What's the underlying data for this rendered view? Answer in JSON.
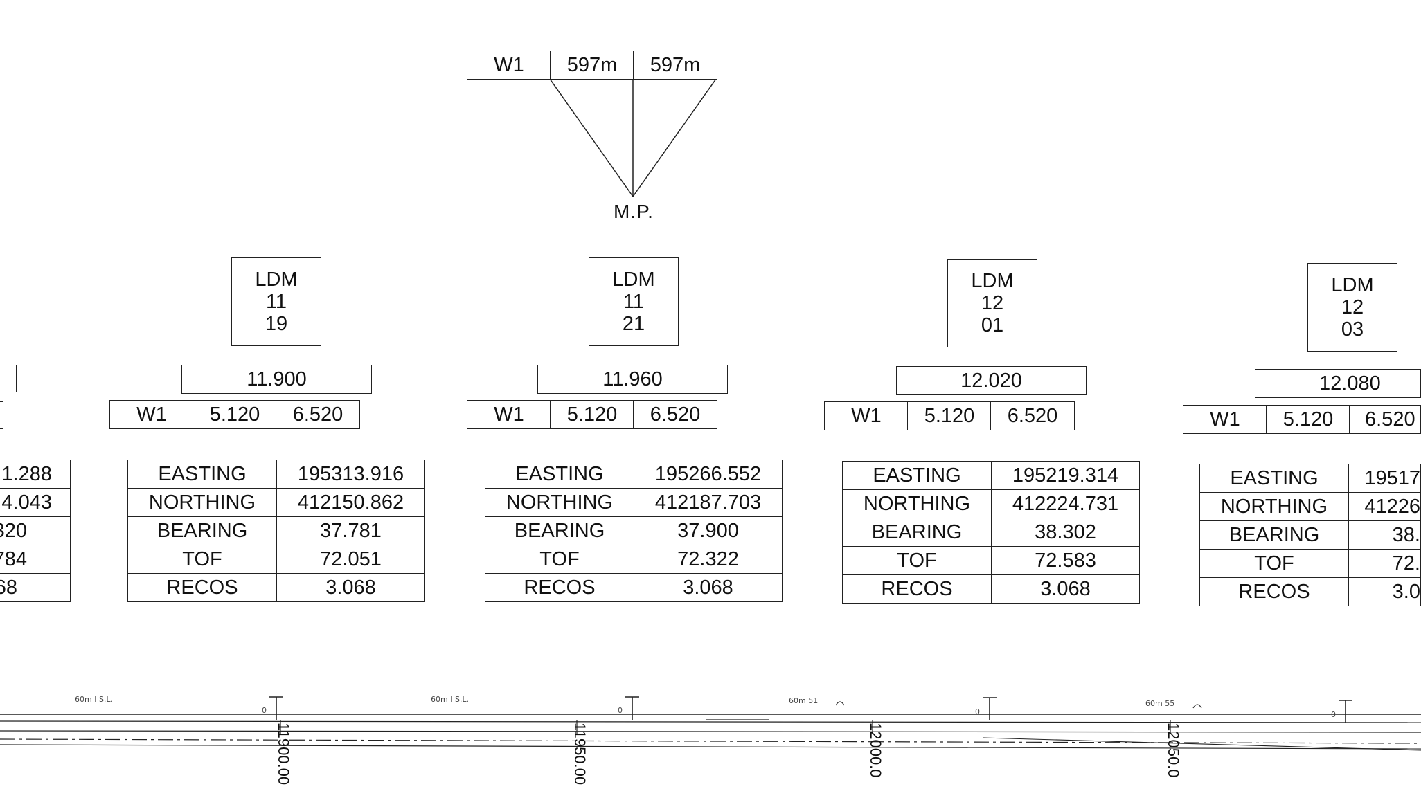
{
  "legend": {
    "code": "W1",
    "val1": "597m",
    "val2": "597m",
    "point_label": "M.P."
  },
  "left_partial": {
    "rows": [
      "1.288",
      "4.043",
      "320",
      "784",
      "68"
    ]
  },
  "units": [
    {
      "ldm": [
        "LDM",
        "11",
        "19"
      ],
      "chainage": "11.900",
      "code": "W1",
      "a": "5.120",
      "b": "6.520",
      "rows": [
        {
          "label": "EASTING",
          "value": "195313.916"
        },
        {
          "label": "NORTHING",
          "value": "412150.862"
        },
        {
          "label": "BEARING",
          "value": "37.781"
        },
        {
          "label": "TOF",
          "value": "72.051"
        },
        {
          "label": "RECOS",
          "value": "3.068"
        }
      ]
    },
    {
      "ldm": [
        "LDM",
        "11",
        "21"
      ],
      "chainage": "11.960",
      "code": "W1",
      "a": "5.120",
      "b": "6.520",
      "rows": [
        {
          "label": "EASTING",
          "value": "195266.552"
        },
        {
          "label": "NORTHING",
          "value": "412187.703"
        },
        {
          "label": "BEARING",
          "value": "37.900"
        },
        {
          "label": "TOF",
          "value": "72.322"
        },
        {
          "label": "RECOS",
          "value": "3.068"
        }
      ]
    },
    {
      "ldm": [
        "LDM",
        "12",
        "01"
      ],
      "chainage": "12.020",
      "code": "W1",
      "a": "5.120",
      "b": "6.520",
      "rows": [
        {
          "label": "EASTING",
          "value": "195219.314"
        },
        {
          "label": "NORTHING",
          "value": "412224.731"
        },
        {
          "label": "BEARING",
          "value": "38.302"
        },
        {
          "label": "TOF",
          "value": "72.583"
        },
        {
          "label": "RECOS",
          "value": "3.068"
        }
      ]
    },
    {
      "ldm": [
        "LDM",
        "12",
        "03"
      ],
      "chainage": "12.080",
      "code": "W1",
      "a": "5.120",
      "b": "6.520",
      "rows": [
        {
          "label": "EASTING",
          "value": "19517"
        },
        {
          "label": "NORTHING",
          "value": "41226"
        },
        {
          "label": "BEARING",
          "value": "38."
        },
        {
          "label": "TOF",
          "value": "72."
        },
        {
          "label": "RECOS",
          "value": "3.0"
        }
      ]
    }
  ],
  "track": {
    "chainages": [
      "11900.00",
      "11950.00",
      "12000.0",
      "12050.0"
    ],
    "annotations": [
      "60m  I S.L.",
      "60m  I S.L.",
      "60m   51",
      "60m   55"
    ],
    "stub_labels": [
      "0",
      "0",
      "0",
      "0"
    ]
  }
}
